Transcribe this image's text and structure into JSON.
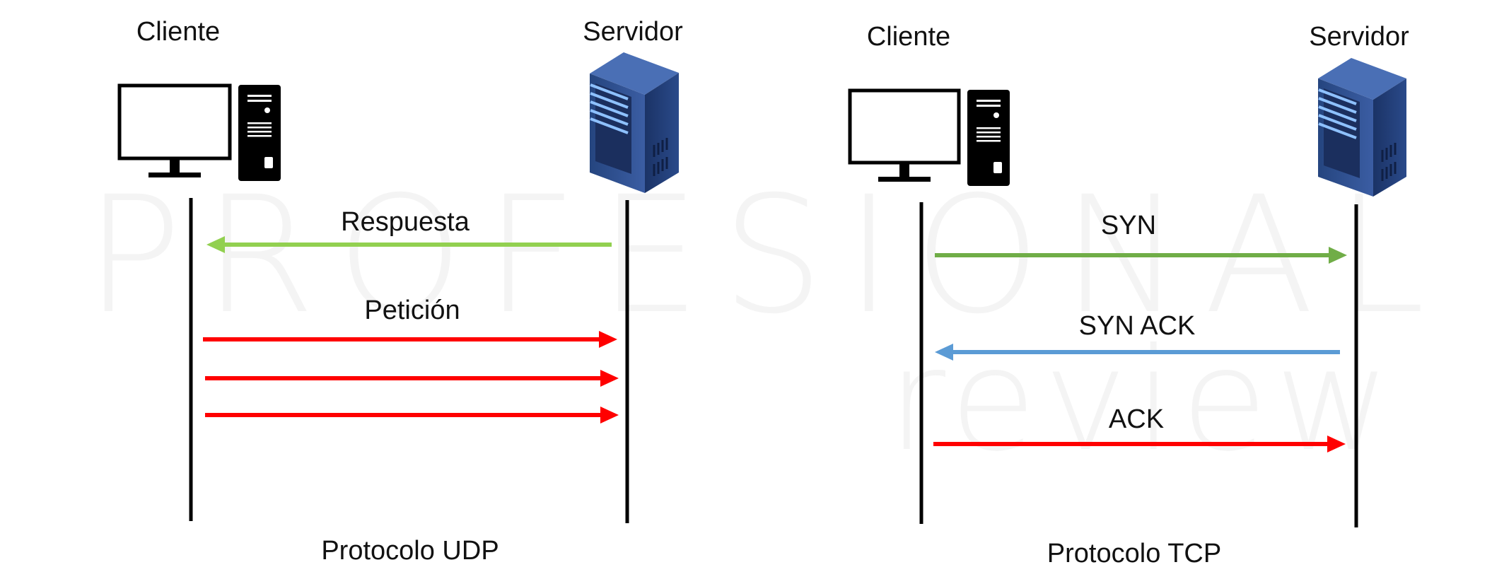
{
  "watermark": {
    "line1": "PROFESIONAL",
    "line2": "review"
  },
  "udp": {
    "client_label": "Cliente",
    "server_label": "Servidor",
    "response_label": "Respuesta",
    "request_label": "Petición",
    "caption": "Protocolo UDP"
  },
  "tcp": {
    "client_label": "Cliente",
    "server_label": "Servidor",
    "syn_label": "SYN",
    "synack_label": "SYN ACK",
    "ack_label": "ACK",
    "caption": "Protocolo TCP"
  },
  "colors": {
    "response_green": "#92d050",
    "syn_green": "#70ad47",
    "synack_blue": "#5b9bd5",
    "request_red": "#ff0000",
    "lifeline": "#000000",
    "server_blue": "#2f4f8f"
  },
  "icons": {
    "client": "desktop-computer-icon",
    "server": "server-rack-icon"
  }
}
